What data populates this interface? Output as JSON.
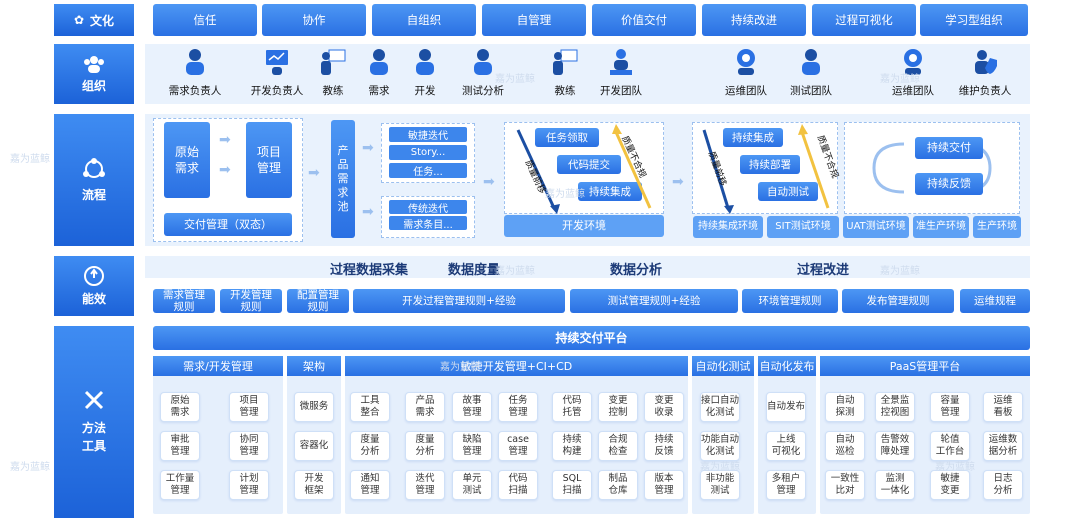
{
  "categories": {
    "culture": "文化",
    "org": "组织",
    "process": "流程",
    "enable": "能效",
    "method": "方法\n工具"
  },
  "culture_items": [
    "信任",
    "协作",
    "自组织",
    "自管理",
    "价值交付",
    "持续改进",
    "过程可视化",
    "学习型组织"
  ],
  "roles": [
    "需求负责人",
    "开发负责人",
    "教练",
    "需求",
    "开发",
    "测试分析",
    "教练",
    "开发团队",
    "运维团队",
    "测试团队",
    "运维团队",
    "维护负责人"
  ],
  "process": {
    "origin": "原始\n需求",
    "project": "项目\n管理",
    "delivery": "交付管理（双态）",
    "pool": "产\n品\n需\n求\n池",
    "agile": [
      "敏捷迭代",
      "Story...",
      "任务..."
    ],
    "traditional": [
      "传统迭代",
      "需求条目..."
    ],
    "dev_steps": [
      "任务领取",
      "代码提交",
      "持续集成"
    ],
    "dev_left": "质量前移",
    "dev_right": "质量不合规",
    "dev_env": "开发环境",
    "ci_steps": [
      "持续集成",
      "持续部署",
      "自动测试"
    ],
    "ci_left": "质量前移",
    "ci_right": "质量不合规",
    "envs": [
      "持续集成环境",
      "SIT测试环境",
      "UAT测试环境",
      "准生产环境",
      "生产环境"
    ],
    "cd_steps": [
      "持续交付",
      "持续反馈"
    ]
  },
  "enable": {
    "headline": [
      "过程数据采集",
      "数据度量",
      "数据分析",
      "过程改进"
    ],
    "rules": [
      "需求管理\n规则",
      "开发管理\n规则",
      "配置管理\n规则",
      "开发过程管理规则+经验",
      "测试管理规则+经验",
      "环境管理规则",
      "发布管理规则",
      "运维规程"
    ]
  },
  "platform": "持续交付平台",
  "groups": [
    "需求/开发管理",
    "架构",
    "敏捷开发管理+CI+CD",
    "自动化测试",
    "自动化发布",
    "PaaS管理平台"
  ],
  "tiles": [
    [
      "原始\n需求",
      "项目\n管理",
      "审批\n管理",
      "协同\n管理",
      "工作量\n管理",
      "计划\n管理"
    ],
    [
      "微服务",
      "容器化",
      "开发\n框架"
    ],
    [
      "工具\n整合",
      "产品\n需求",
      "故事\n管理",
      "任务\n管理",
      "代码\n托管",
      "变更\n控制",
      "变更\n收录",
      "度量\n分析",
      "度量\n分析",
      "缺陷\n管理",
      "case\n管理",
      "持续\n构建",
      "合规\n检查",
      "持续\n反馈",
      "通知\n管理",
      "迭代\n管理",
      "单元\n测试",
      "代码\n扫描",
      "SQL\n扫描",
      "制品\n仓库",
      "版本\n管理"
    ],
    [
      "接口自动\n化测试",
      "功能自动\n化测试",
      "非功能\n测试"
    ],
    [
      "自动发布",
      "上线\n可视化",
      "多租户\n管理"
    ],
    [
      "自动\n探测",
      "全景监\n控视图",
      "容量\n管理",
      "运维\n看板",
      "自动\n巡检",
      "告警效\n障处理",
      "轮值\n工作台",
      "运维数\n据分析",
      "一致性\n比对",
      "监测\n一体化",
      "敏捷\n变更",
      "日志\n分析"
    ]
  ],
  "watermark": "嘉为蓝鲸",
  "colors": {
    "primary": "#2a70e3",
    "band": "#e9f2fd"
  }
}
